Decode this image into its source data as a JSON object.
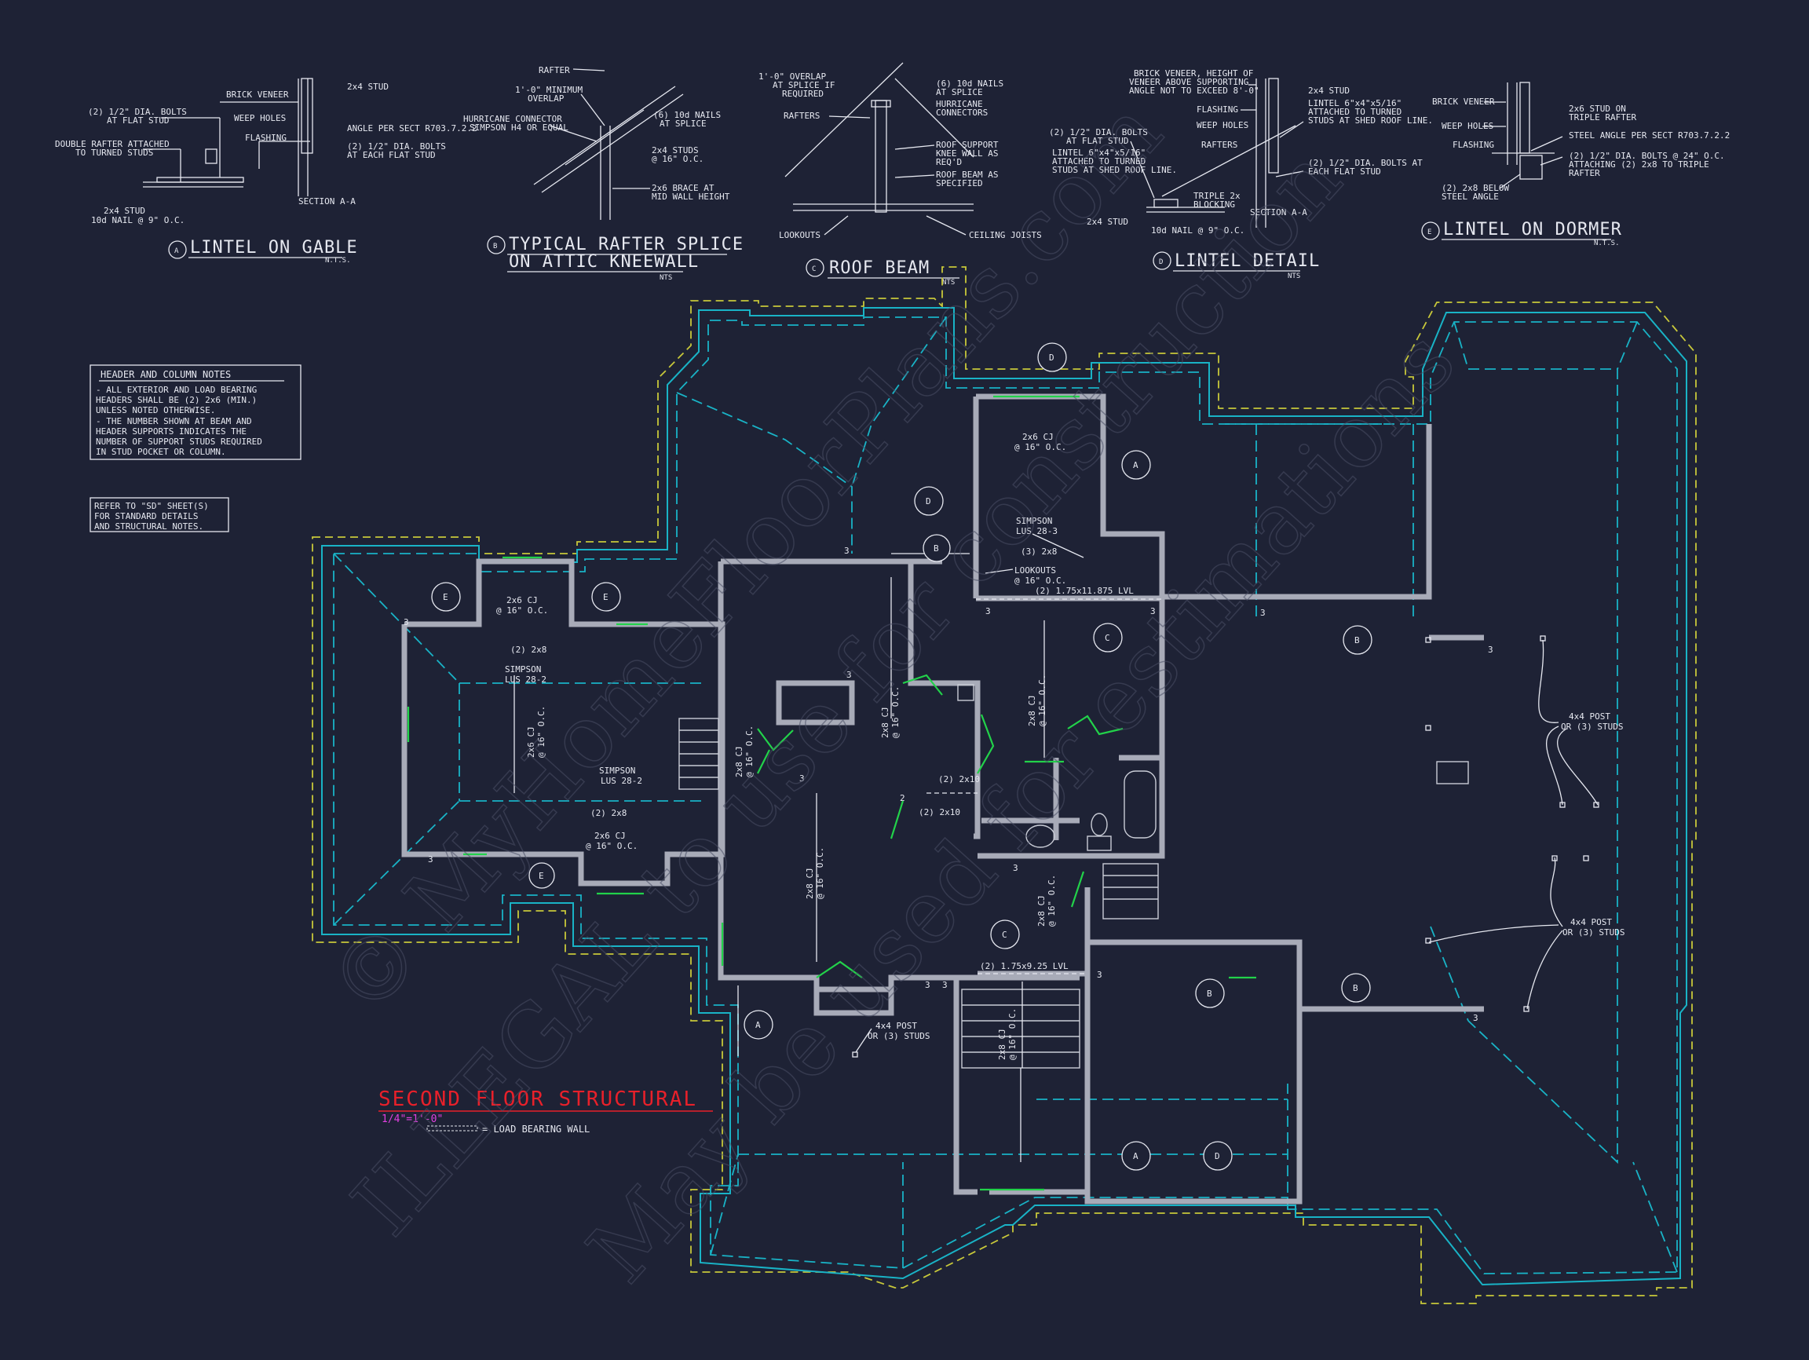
{
  "details": [
    {
      "letter": "A",
      "title": "LINTEL ON GABLE",
      "sub": "N.T.S.",
      "callouts": [
        "BRICK VENEER",
        "2x4 STUD",
        "(2) 1/2\" DIA. BOLTS",
        "AT FLAT STUD",
        "WEEP HOLES",
        "FLASHING",
        "DOUBLE RAFTER ATTACHED",
        "TO TURNED STUDS",
        "ANGLE PER SECT R703.7.2.2",
        "(2) 1/2\" DIA. BOLTS",
        "AT EACH FLAT STUD",
        "2x4 STUD",
        "10d NAIL @ 9\" O.C.",
        "SECTION A-A"
      ]
    },
    {
      "letter": "B",
      "title": "TYPICAL RAFTER SPLICE",
      "title2": "ON ATTIC KNEEWALL",
      "sub": "NTS",
      "callouts": [
        "RAFTER",
        "1'-0\" MINIMUM",
        "OVERLAP",
        "HURRICANE CONNECTOR",
        "SIMPSON H4 OR EQUAL",
        "(6) 10d NAILS",
        "AT SPLICE",
        "2x4 STUDS",
        "@ 16\" O.C.",
        "2x6 BRACE AT",
        "MID WALL HEIGHT"
      ]
    },
    {
      "letter": "C",
      "title": "ROOF BEAM",
      "sub": "NTS",
      "callouts": [
        "1'-0\" OVERLAP",
        "AT SPLICE IF",
        "REQUIRED",
        "(6) 10d NAILS",
        "AT SPLICE",
        "RAFTERS",
        "HURRICANE",
        "CONNECTORS",
        "ROOF SUPPORT",
        "KNEE WALL AS",
        "REQ'D",
        "ROOF BEAM AS",
        "SPECIFIED",
        "LOOKOUTS",
        "CEILING JOISTS"
      ]
    },
    {
      "letter": "D",
      "title": "LINTEL DETAIL",
      "sub": "NTS",
      "callouts": [
        "BRICK VENEER, HEIGHT OF",
        "VENEER ABOVE SUPPORTING",
        "ANGLE NOT TO EXCEED 8'-0\"",
        "2x4 STUD",
        "FLASHING",
        "LINTEL 6\"x4\"x5/16\"",
        "ATTACHED TO TURNED",
        "STUDS AT SHED ROOF LINE.",
        "WEEP HOLES",
        "RAFTERS",
        "(2) 1/2\" DIA. BOLTS",
        "AT FLAT STUD",
        "LINTEL 6\"x4\"x5/16\"",
        "ATTACHED TO TURNED",
        "STUDS AT SHED ROOF LINE.",
        "(2) 1/2\" DIA. BOLTS AT",
        "EACH FLAT STUD",
        "TRIPLE 2x",
        "BLOCKING",
        "2x4 STUD",
        "10d NAIL @ 9\" O.C.",
        "SECTION A-A"
      ]
    },
    {
      "letter": "E",
      "title": "LINTEL ON DORMER",
      "sub": "N.T.S.",
      "callouts": [
        "BRICK VENEER",
        "2x6 STUD ON",
        "TRIPLE RAFTER",
        "WEEP HOLES",
        "STEEL ANGLE PER SECT R703.7.2.2",
        "FLASHING",
        "(2) 1/2\" DIA. BOLTS @ 24\" O.C.",
        "ATTACHING (2) 2x8 TO TRIPLE",
        "RAFTER",
        "(2) 2x8 BELOW",
        "STEEL ANGLE"
      ]
    }
  ],
  "notes": {
    "header_title": "HEADER AND COLUMN NOTES",
    "header_lines": [
      "- ALL EXTERIOR AND LOAD BEARING",
      "HEADERS SHALL BE (2) 2x6 (MIN.)",
      "UNLESS NOTED OTHERWISE.",
      "- THE NUMBER SHOWN AT BEAM AND",
      "HEADER SUPPORTS INDICATES THE",
      "NUMBER OF SUPPORT STUDS REQUIRED",
      "IN STUD POCKET OR COLUMN."
    ],
    "refer_lines": [
      "REFER TO \"SD\" SHEET(S)",
      "FOR STANDARD DETAILS",
      "AND STRUCTURAL NOTES."
    ]
  },
  "plan": {
    "title": "SECOND FLOOR STRUCTURAL",
    "scale": "1/4\"=1'-0\"",
    "legend": "= LOAD BEARING WALL",
    "labels": {
      "cj_2x6_top": "2x6 CJ",
      "oc16": "@ 16\" O.C.",
      "cj_2x6_left": "2x6 CJ",
      "cj_2x6_bottom": "2x6 CJ",
      "cj_2x8": "2x8 CJ",
      "simpson_283": "SIMPSON",
      "lus_283": "LUS 28-3",
      "simpson_282": "SIMPSON",
      "lus_282": "LUS 28-2",
      "two_2x8": "(2) 2x8",
      "three_2x8": "(3) 2x8",
      "lookouts": "LOOKOUTS",
      "lvl_top": "(2) 1.75x11.875 LVL",
      "lvl_bottom": "(2) 1.75x9.25 LVL",
      "two_2x10": "(2) 2x10",
      "post_a": "4x4 POST",
      "post_b": "OR (3) STUDS",
      "three": "3",
      "two": "2"
    }
  },
  "watermark": [
    "© MyHomeFloorPlans.com",
    "ILLEGAL to use for construction",
    "May be used for estimations"
  ]
}
